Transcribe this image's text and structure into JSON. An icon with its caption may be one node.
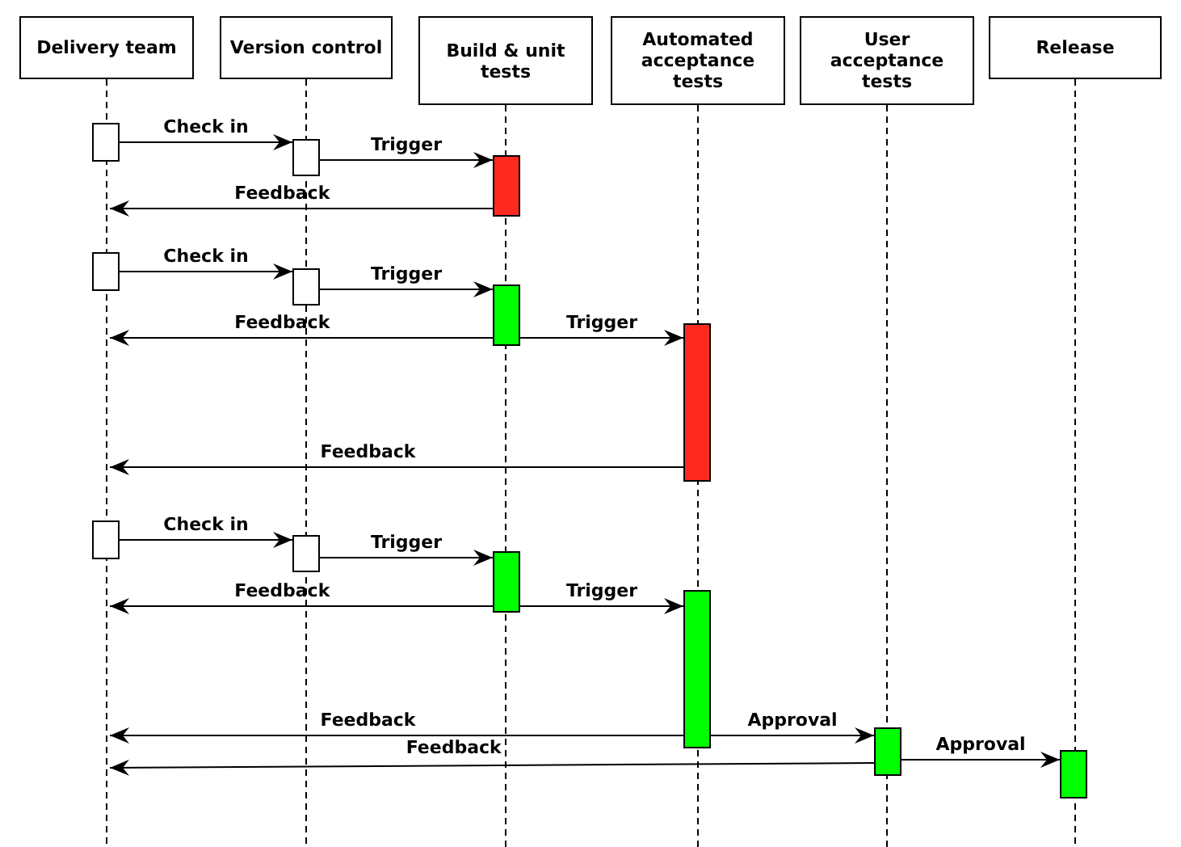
{
  "diagram": {
    "nodes": [
      {
        "text": [
          "Delivery team"
        ]
      },
      {
        "text": [
          "Version control"
        ]
      },
      {
        "text": [
          "Build & unit tests"
        ]
      },
      {
        "text": [
          "Automated acceptance tests"
        ]
      },
      {
        "text": [
          "User acceptance tests"
        ]
      },
      {
        "text": [
          "Release"
        ]
      },
      {
        "text": [],
        "shape": "box"
      },
      {
        "text": [],
        "shape": "box"
      },
      {
        "text": [],
        "shape": "box"
      },
      {
        "text": [],
        "shape": "box"
      },
      {
        "text": [],
        "shape": "box"
      },
      {
        "text": [],
        "shape": "box"
      },
      {
        "text": [],
        "shape": "box"
      },
      {
        "text": [],
        "shape": "box"
      },
      {
        "text": [],
        "shape": "box"
      },
      {
        "text": [],
        "shape": "box"
      },
      {
        "text": [],
        "shape": "box"
      },
      {
        "text": [],
        "shape": "box"
      },
      {
        "text": [],
        "shape": "box"
      }
    ],
    "edges": [
      {
        "from": 6,
        "to": 7,
        "arrow": "to",
        "label": "Check in"
      },
      {
        "from": 7,
        "to": 8,
        "arrow": "to",
        "label": "Trigger"
      },
      {
        "from": 8,
        "to": null,
        "arrow": "to",
        "label": "Feedback"
      },
      {
        "from": 9,
        "to": 10,
        "arrow": "to",
        "label": "Check in"
      },
      {
        "from": 10,
        "to": 11,
        "arrow": "to",
        "label": "Trigger"
      },
      {
        "from": 11,
        "to": null,
        "arrow": "to",
        "label": "Feedback"
      },
      {
        "from": 11,
        "to": 12,
        "arrow": "to",
        "label": "Trigger"
      },
      {
        "from": 12,
        "to": null,
        "arrow": "to",
        "label": "Feedback"
      },
      {
        "from": 13,
        "to": 14,
        "arrow": "to",
        "label": "Check in"
      },
      {
        "from": 14,
        "to": 15,
        "arrow": "to",
        "label": "Trigger"
      },
      {
        "from": 15,
        "to": null,
        "arrow": "to",
        "label": "Feedback"
      },
      {
        "from": 15,
        "to": 16,
        "arrow": "to",
        "label": "Trigger"
      },
      {
        "from": 16,
        "to": null,
        "arrow": "to",
        "label": "Feedback"
      },
      {
        "from": 16,
        "to": 17,
        "arrow": "to",
        "label": "Approval"
      },
      {
        "from": 17,
        "to": null,
        "arrow": "to",
        "label": "Feedback"
      },
      {
        "from": 17,
        "to": 18,
        "arrow": "to",
        "label": "Approval"
      }
    ]
  }
}
